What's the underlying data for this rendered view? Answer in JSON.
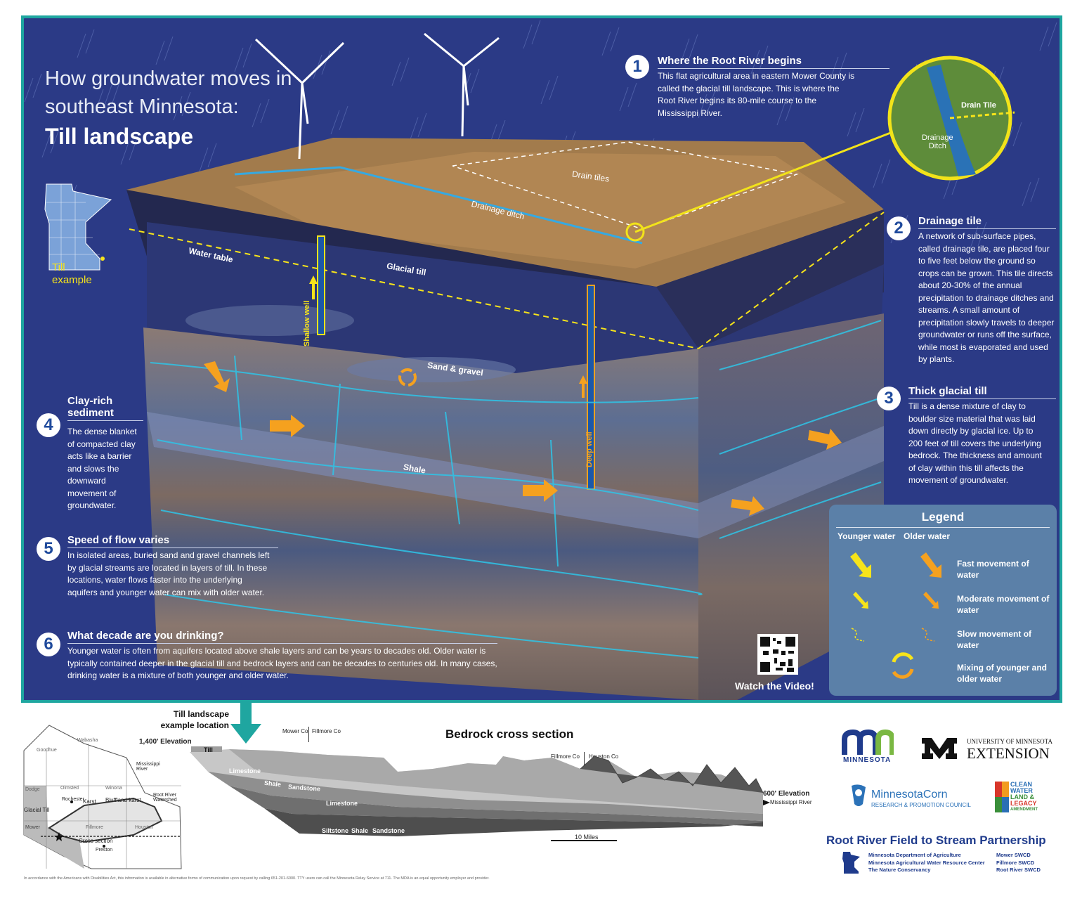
{
  "title": {
    "line1": "How groundwater moves in",
    "line2": "southeast Minnesota:",
    "line3": "Till landscape"
  },
  "state_map": {
    "label": "Till\nexample"
  },
  "diagram_labels": {
    "drain_tiles": "Drain tiles",
    "drainage_ditch": "Drainage ditch",
    "water_table": "Water table",
    "glacial_till": "Glacial till",
    "shallow_well": "Shallow well",
    "deep_well": "Deep well",
    "sand_gravel": "Sand & gravel",
    "shale": "Shale",
    "inset_drain_tile": "Drain Tile",
    "inset_drainage_ditch": "Drainage\nDitch"
  },
  "sections": [
    {
      "num": "1",
      "head": "Where the Root River begins",
      "body": "This flat agricultural area in eastern Mower County is called the glacial till landscape. This is where the Root River begins its 80-mile course to the Mississippi River."
    },
    {
      "num": "2",
      "head": "Drainage tile",
      "body": "A network of sub-surface pipes, called drainage tile, are placed four to five feet below the ground so crops can be grown. This tile directs about 20-30% of the annual precipitation to drainage ditches and streams. A small amount of precipitation slowly travels to deeper groundwater or runs off the surface, while most is evaporated and used by plants."
    },
    {
      "num": "3",
      "head": "Thick glacial till",
      "body": "Till is a dense mixture of clay to boulder size material that was laid down directly by glacial ice. Up to 200 feet of till covers the underlying bedrock. The thickness and amount of clay within this till affects the movement of groundwater."
    },
    {
      "num": "4",
      "head": "Clay-rich sediment",
      "body": "The dense blanket of compacted clay acts like a barrier and slows the downward movement of groundwater."
    },
    {
      "num": "5",
      "head": "Speed of flow varies",
      "body": "In isolated areas, buried sand and gravel channels left by glacial streams are located in layers of till.  In these locations, water flows faster into the underlying aquifers and younger water can mix with older water."
    },
    {
      "num": "6",
      "head": "What decade are you drinking?",
      "body": "Younger water is often from aquifers located above shale layers and can be years to decades old. Older water is typically contained deeper in the glacial till and bedrock layers and can be decades to centuries old. In many cases, drinking water is a mixture of both younger and older water."
    }
  ],
  "legend": {
    "title": "Legend",
    "younger": "Younger water",
    "older": "Older water",
    "rows": [
      "Fast movement of water",
      "Moderate movement of water",
      "Slow movement of water",
      "Mixing of younger and older water"
    ],
    "colors": {
      "younger": "#f7e41a",
      "older": "#f5a11f"
    }
  },
  "watch_video": "Watch the Video!",
  "bottom": {
    "example_location": "Till landscape\nexample location",
    "elev_top": "1,400' Elevation",
    "elev_bottom": "600' Elevation",
    "mississippi": "Mississippi River",
    "cross_title": "Bedrock cross section",
    "mower_co": "Mower Co",
    "fillmore_co": "Fillmore Co",
    "fillmore_co2": "Fillmore Co",
    "houston_co": "Houston Co",
    "scale": "10 Miles",
    "layers": [
      "Till",
      "Limestone",
      "Shale",
      "Sandstone",
      "Limestone",
      "Siltstone",
      "Shale",
      "Sandstone"
    ],
    "map_labels": [
      "Goodhue",
      "Wabasha",
      "Olmsted",
      "Winona",
      "Mississippi River",
      "Dodge",
      "Rochester",
      "Karst",
      "Bluffland karst",
      "Root River Watershed",
      "Glacial Till",
      "Mower",
      "Fillmore",
      "Houston",
      "Cross section",
      "Preston"
    ],
    "disclaimer": "In accordance with the Americans with Disabilities Act, this information is available in alternative forms of communication upon request by calling 651-201-6000. TTY users can call the Minnesota Relay Service at 711. The MDA is an equal opportunity employer and provider."
  },
  "logos": {
    "mn": "MINNESOTA",
    "umn1": "UNIVERSITY OF MINNESOTA",
    "umn2": "EXTENSION",
    "corn1": "MinnesotaCorn",
    "corn2": "RESEARCH & PROMOTION COUNCIL",
    "clean": [
      "CLEAN",
      "WATER",
      "LAND &",
      "LEGACY",
      "AMENDMENT"
    ]
  },
  "partnership": {
    "title": "Root River Field to Stream Partnership",
    "left": [
      "Minnesota Department of Agriculture",
      "Minnesota Agricultural Water Resource Center",
      "The Nature Conservancy"
    ],
    "right": [
      "Mower SWCD",
      "Fillmore SWCD",
      "Root River SWCD"
    ]
  }
}
